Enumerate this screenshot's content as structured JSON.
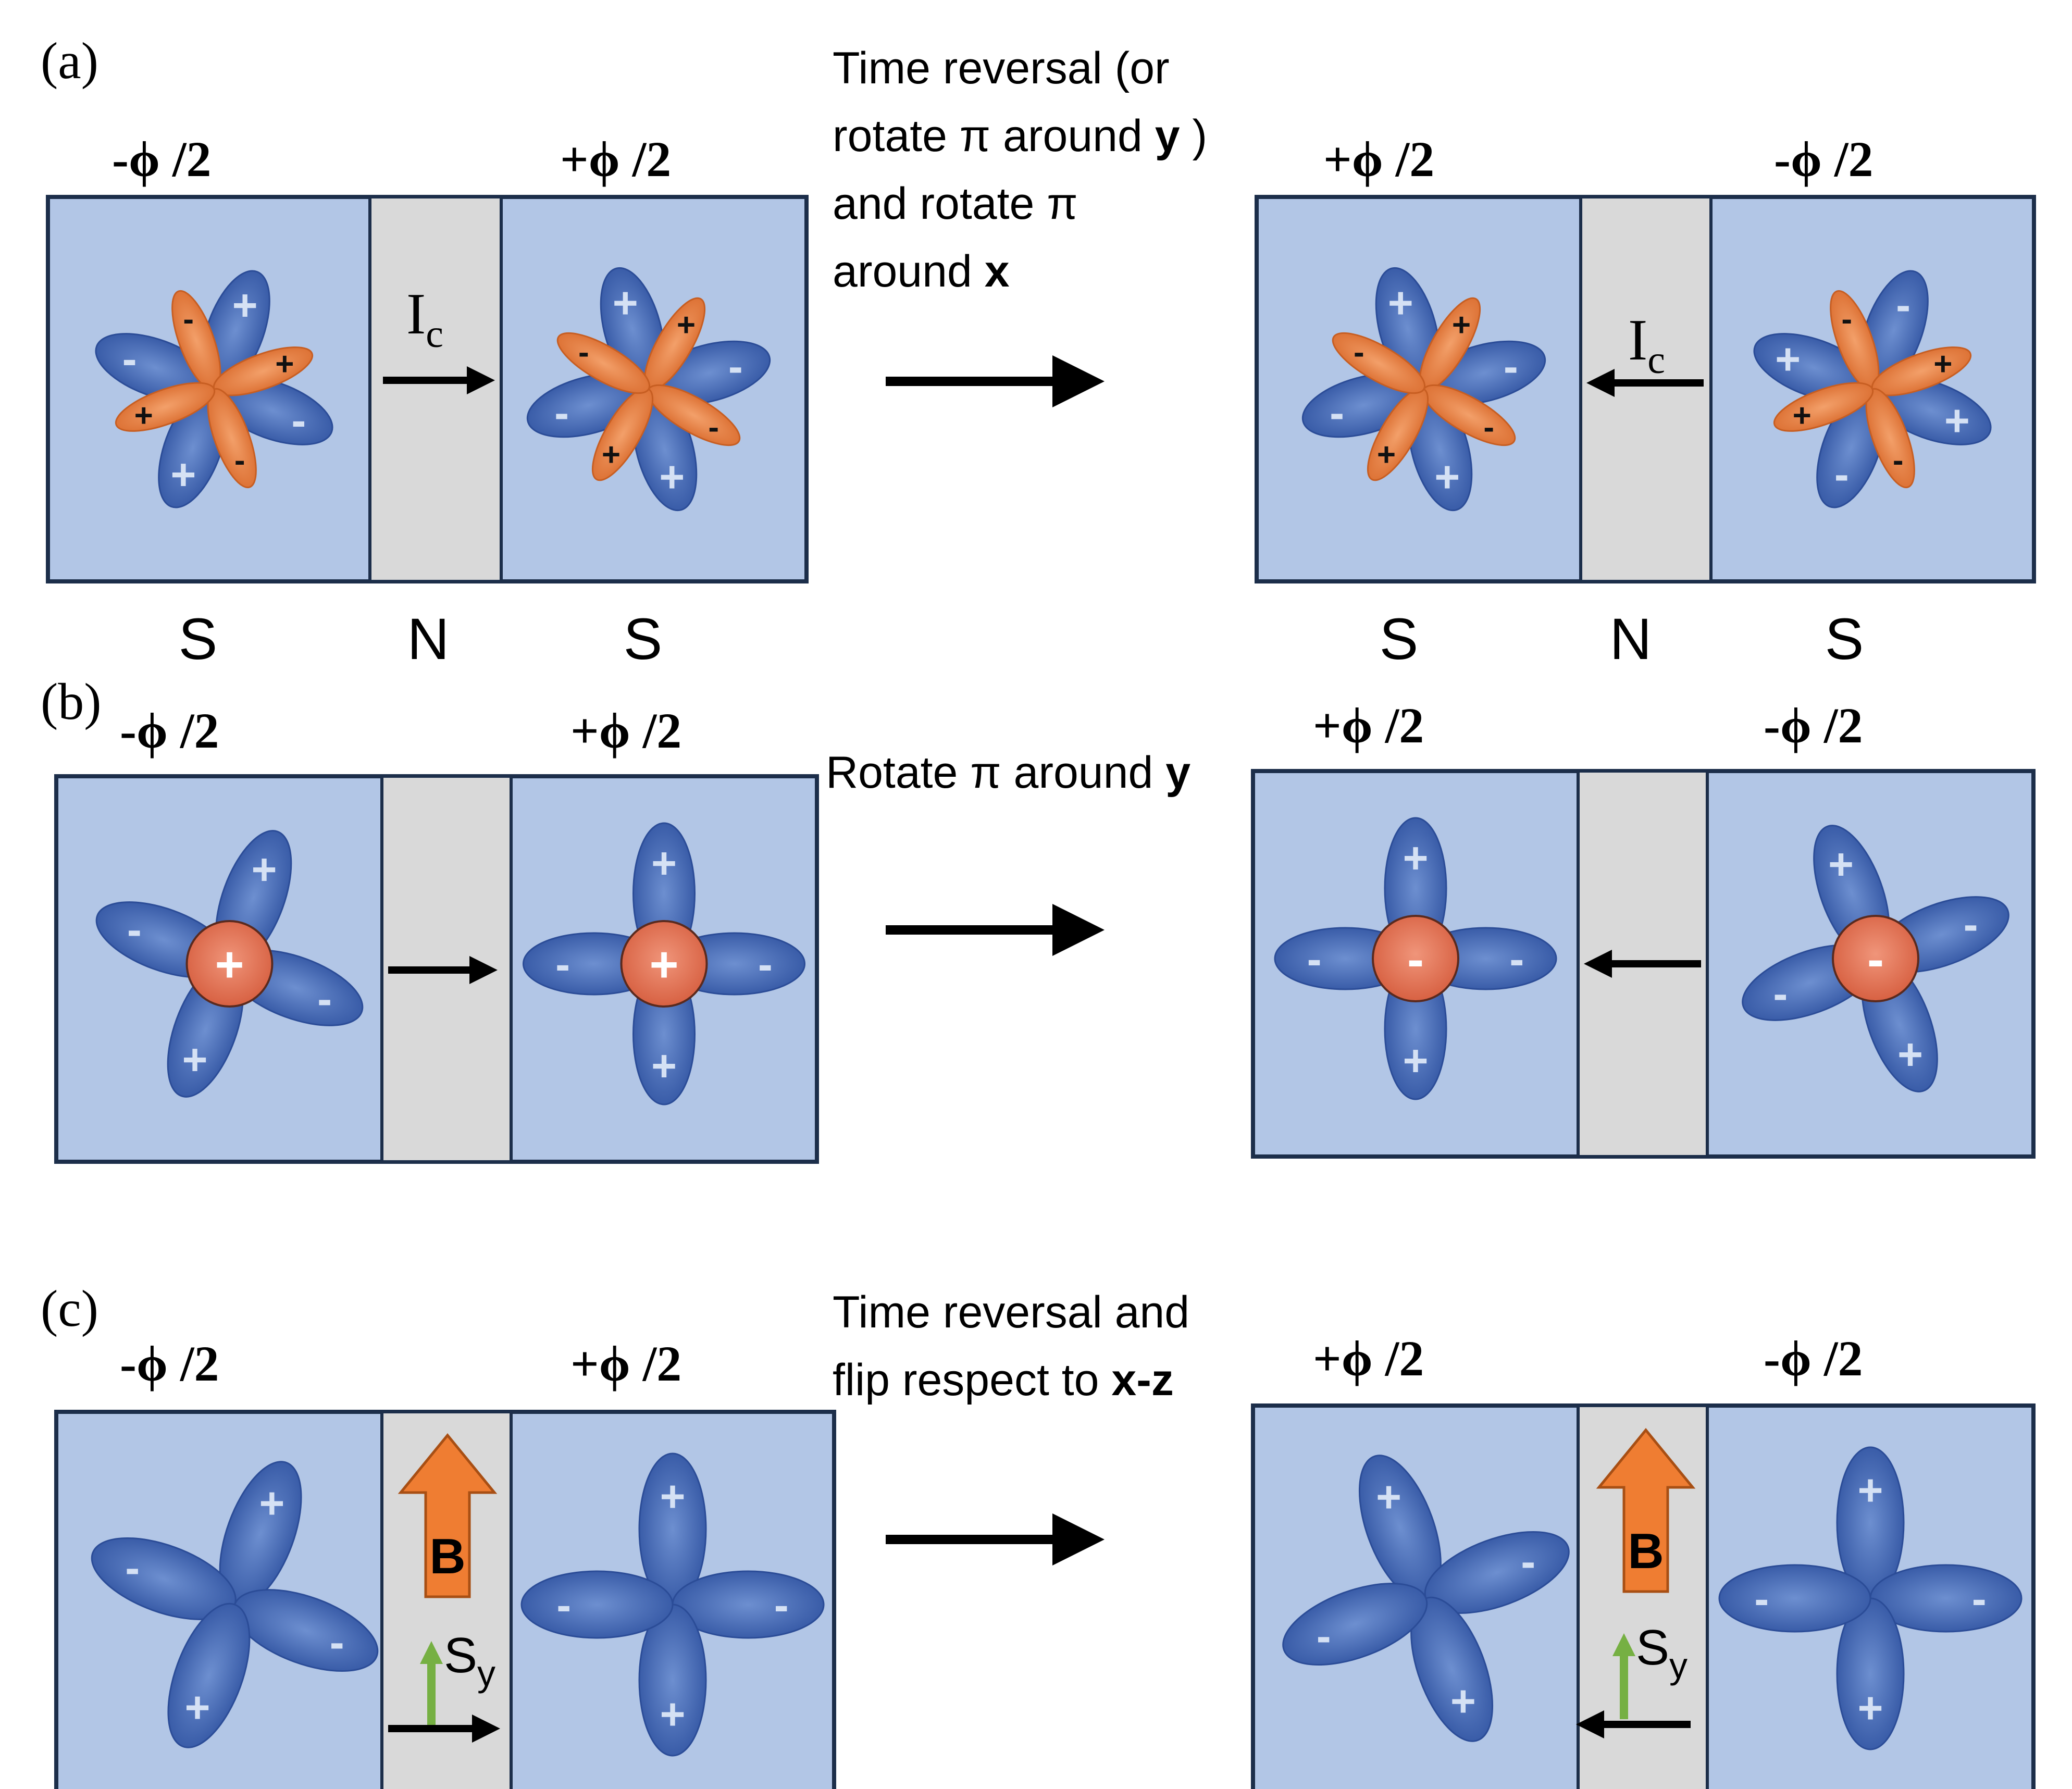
{
  "panels": [
    {
      "label": "(a)",
      "left": {
        "phase_left": "-ϕ /2",
        "phase_right": "+ϕ /2"
      },
      "right": {
        "phase_left": "+ϕ /2",
        "phase_right": "-ϕ /2"
      },
      "current_label": "I",
      "current_sub": "c",
      "region_labels": [
        "S",
        "N",
        "S"
      ],
      "transform_lines": [
        [
          {
            "t": "Time reversal (or",
            "b": false
          }
        ],
        [
          {
            "t": "rotate π around ",
            "b": false
          },
          {
            "t": "y",
            "b": true
          },
          {
            "t": " )",
            "b": false
          }
        ],
        [
          {
            "t": "and rotate π",
            "b": false
          }
        ],
        [
          {
            "t": "around ",
            "b": false
          },
          {
            "t": "x",
            "b": true
          }
        ]
      ]
    },
    {
      "label": "(b)",
      "left": {
        "phase_left": "-ϕ /2",
        "phase_right": "+ϕ /2"
      },
      "right": {
        "phase_left": "+ϕ /2",
        "phase_right": "-ϕ /2"
      },
      "transform_lines": [
        [
          {
            "t": "Rotate π around ",
            "b": false
          },
          {
            "t": "y",
            "b": true
          }
        ]
      ]
    },
    {
      "label": "(c)",
      "left": {
        "phase_left": "-ϕ /2",
        "phase_right": "+ϕ /2"
      },
      "right": {
        "phase_left": "+ϕ /2",
        "phase_right": "-ϕ /2"
      },
      "field_label": "B",
      "spin_label": "S",
      "spin_sub": "y",
      "transform_lines": [
        [
          {
            "t": "Time reversal and",
            "b": false
          }
        ],
        [
          {
            "t": "flip respect to ",
            "b": false
          },
          {
            "t": "x-z",
            "b": true
          }
        ]
      ]
    }
  ],
  "signs": {
    "plus": "+",
    "minus": "-"
  },
  "colors": {
    "superconductor": "#b2c6e6",
    "normal": "#d9d9d9",
    "border": "#1c2e4a",
    "lobe_blue": "#4268b4",
    "lobe_blue_dark": "#2b4c97",
    "lobe_orange": "#e07a3c",
    "core_red": "#de6c4b",
    "field_arrow": "#ef7d32",
    "spin_arrow": "#76b043",
    "arrow": "#000000",
    "lobe_sign_light": "#d5e1f4"
  }
}
